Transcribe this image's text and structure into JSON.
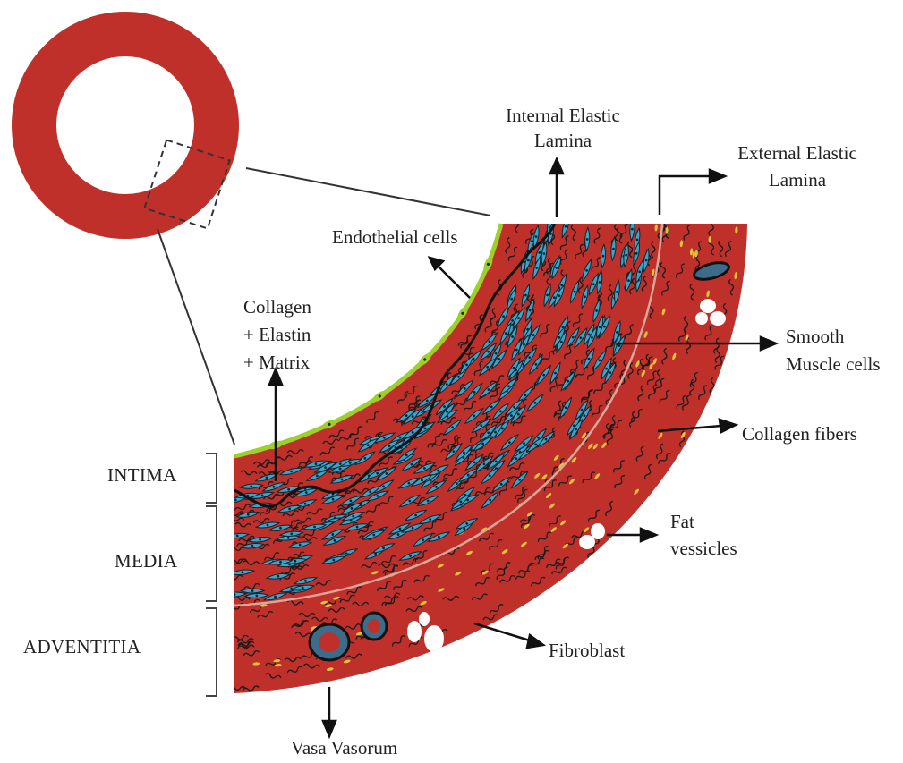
{
  "diagram": {
    "labels": {
      "internal_elastic_lamina": [
        "Internal Elastic",
        "Lamina"
      ],
      "external_elastic_lamina": [
        "External Elastic",
        "Lamina"
      ],
      "endothelial_cells": "Endothelial cells",
      "collagen_elastin_matrix": [
        "Collagen",
        "+ Elastin",
        "+ Matrix"
      ],
      "smooth_muscle_cells": [
        "Smooth",
        "Muscle cells"
      ],
      "collagen_fibers": "Collagen fibers",
      "fat_vesicles": [
        "Fat",
        "vessicles"
      ],
      "fibroblast": "Fibroblast",
      "vasa_vasorum": "Vasa Vasorum"
    },
    "layers": [
      "INTIMA",
      "MEDIA",
      "ADVENTITIA"
    ],
    "colors": {
      "vessel_wall": "#c0302a",
      "smooth_muscle": "#3aa5c9",
      "endothelium": "#9bd12a",
      "fibroblast": "#e2c23a",
      "fiber": "#1a1a1a",
      "boundary": "#d9a79a"
    }
  }
}
